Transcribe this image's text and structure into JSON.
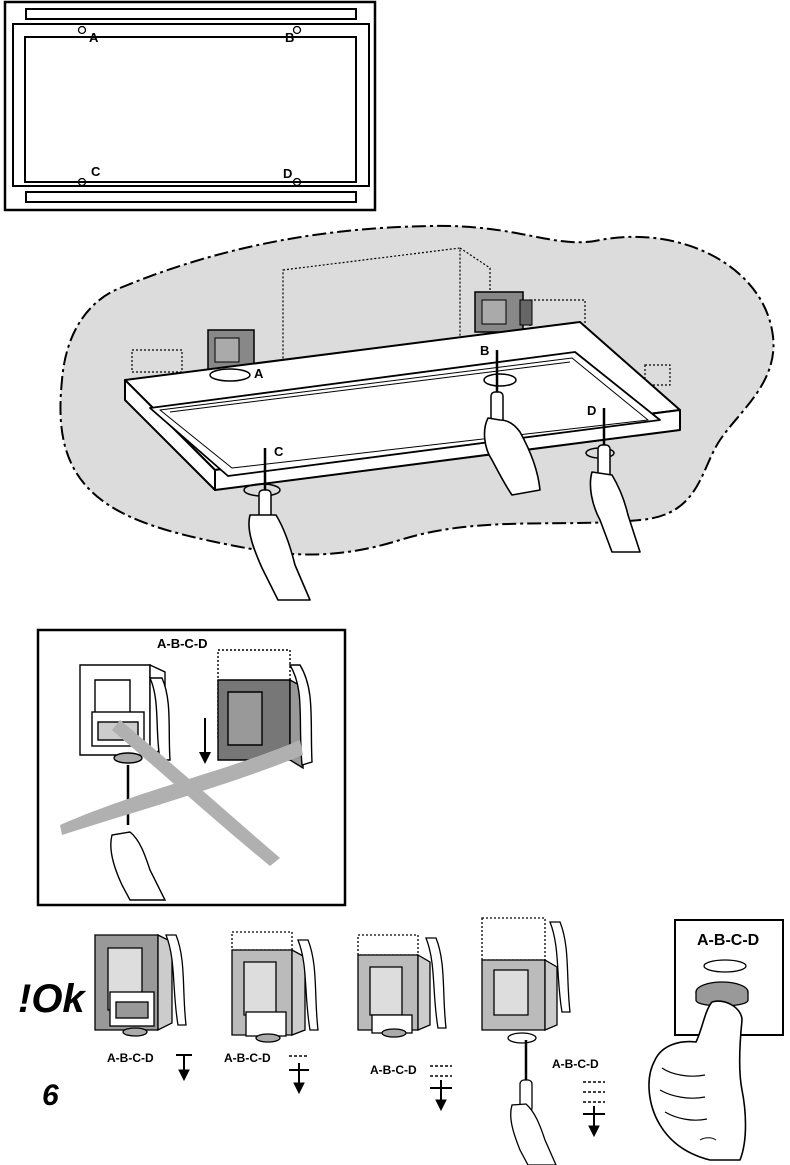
{
  "top_frame": {
    "corner_labels": [
      "A",
      "B",
      "C",
      "D"
    ]
  },
  "ceiling_view": {
    "screw_labels": [
      "A",
      "B",
      "C",
      "D"
    ]
  },
  "wrong_panel": {
    "label": "A-B-C-D"
  },
  "ok_sequence": {
    "ok_text": "!Ok",
    "step_number": "6",
    "step_labels": [
      "A-B-C-D",
      "A-B-C-D",
      "A-B-C-D",
      "A-B-C-D"
    ]
  },
  "knob_panel": {
    "label": "A-B-C-D"
  },
  "colors": {
    "line": "#000000",
    "ceiling_fill": "#dcdcdc",
    "bracket_fill": "#b3b3b3",
    "dark_fill": "#777777",
    "cross_mark": "#b0b0b0"
  }
}
